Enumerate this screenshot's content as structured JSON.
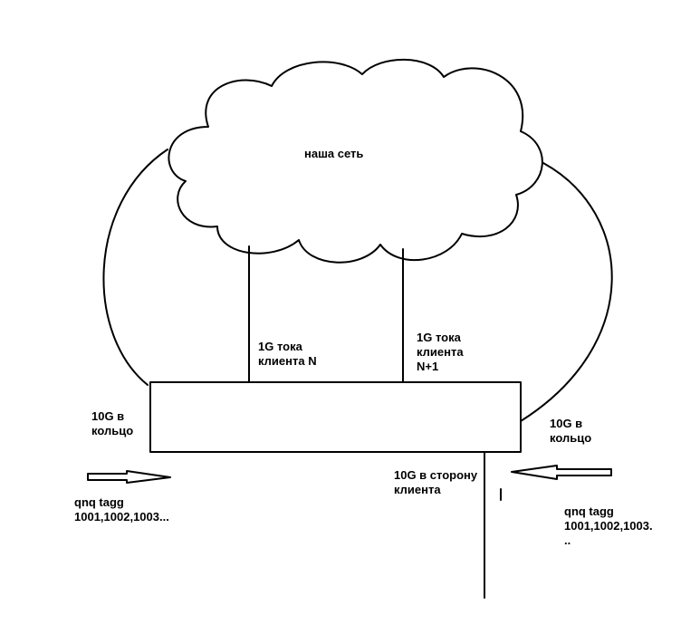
{
  "colors": {
    "stroke": "#000000",
    "background": "#ffffff",
    "text": "#000000"
  },
  "labels": {
    "cloud": "наша сеть",
    "link_client_n": [
      "1G тока",
      "клиента N"
    ],
    "link_client_n1": [
      "1G тока",
      "клиента",
      "N+1"
    ],
    "ring_left": [
      "10G в",
      "кольцо"
    ],
    "ring_right": [
      "10G в",
      "кольцо"
    ],
    "client_uplink": [
      "10G в сторону",
      "клиента"
    ],
    "qnq_left": [
      "qnq tagg",
      "1001,1002,1003..."
    ],
    "qnq_right": [
      "qnq tagg",
      "1001,1002,1003.",
      ".."
    ]
  }
}
